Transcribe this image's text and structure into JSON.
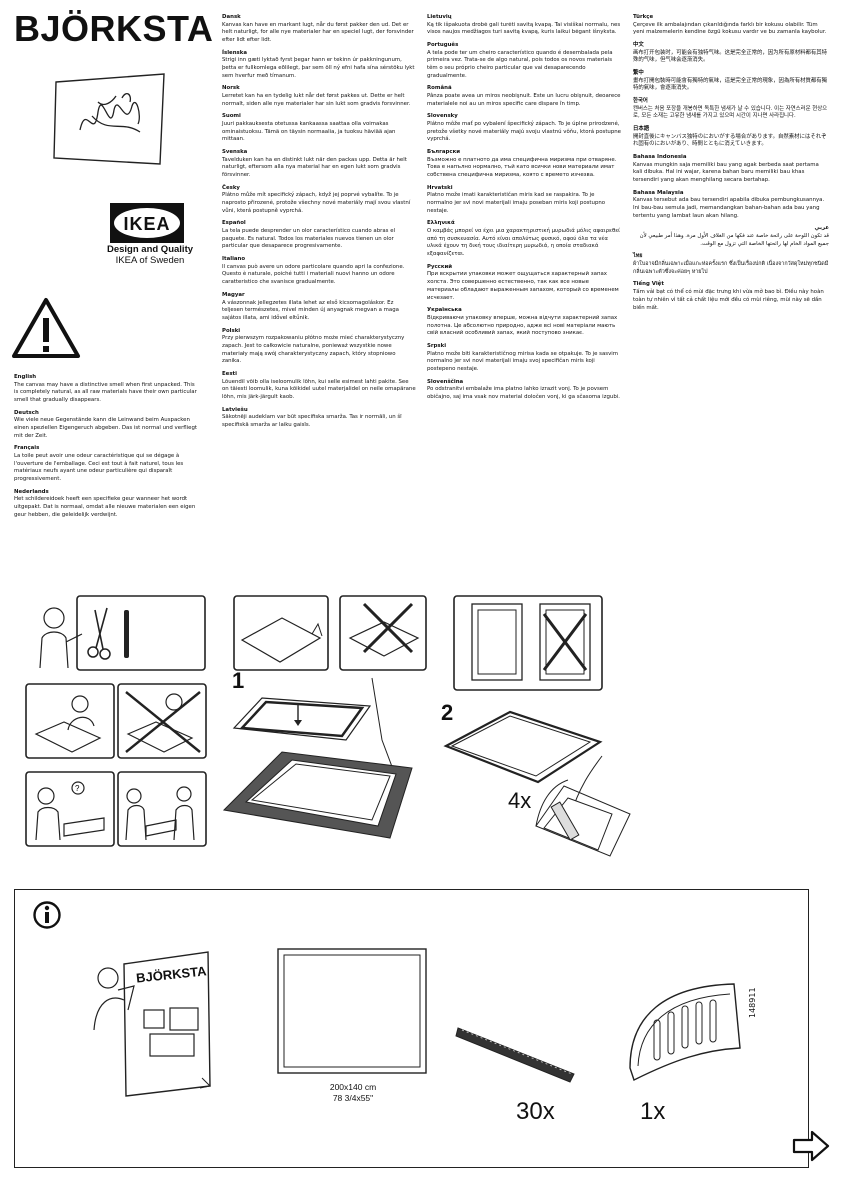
{
  "product_name": "BJÖRKSTA",
  "brand": {
    "logo_text": "IKEA",
    "tagline_line1": "Design and Quality",
    "tagline_line2": "IKEA of Sweden"
  },
  "warnings_col1": [
    {
      "lang": "English",
      "text": "The canvas may have a distinctive smell when first unpacked. This is completely natural, as all raw materials have their own particular smell that gradually disappears."
    },
    {
      "lang": "Deutsch",
      "text": "Wie viele neue Gegenstände kann die Leinwand beim Auspacken einen speziellen Eigengeruch abgeben. Das ist normal und verfliegt mit der Zeit."
    },
    {
      "lang": "Français",
      "text": "La toile peut avoir une odeur caractéristique qui se dégage à l'ouverture de l'emballage. Ceci est tout à fait naturel, tous les matériaux neufs ayant une odeur particulière qui disparaît progressivement."
    },
    {
      "lang": "Nederlands",
      "text": "Het schildereidoek heeft een specifieke geur wanneer het wordt uitgepakt. Dat is normaal, omdat alle nieuwe materialen een eigen geur hebben, die geleidelijk verdwijnt."
    }
  ],
  "warnings_col2": [
    {
      "lang": "Dansk",
      "text": "Kanvas kan have en markant lugt, når du først pakker den ud. Det er helt naturligt, for alle nye materialer har en speciel lugt, der forsvinder efter lidt efter lidt."
    },
    {
      "lang": "Íslenska",
      "text": "Strigi inn gæti lyktað fyrst þegar hann er tekinn úr pakkningunum, þetta er fullkomlega eðlilegt, þar sem öll ný efni hafa sína sérstöku lykt sem hverfur með tímanum."
    },
    {
      "lang": "Norsk",
      "text": "Lerretet kan ha en tydelig lukt når det først pakkes ut. Dette er helt normalt, siden alle nye materialer har sin lukt som gradvis forsvinner."
    },
    {
      "lang": "Suomi",
      "text": "Juuri pakkauksesta otetussa kankaassa saattaa olla voimakas ominaistuoksu. Tämä on täysin normaalia, ja tuoksu häviää ajan mittaan."
    },
    {
      "lang": "Svenska",
      "text": "Tavelduken kan ha en distinkt lukt när den packas upp. Detta är helt naturligt, eftersom alla nya material har en egen lukt som gradvis försvinner."
    },
    {
      "lang": "Česky",
      "text": "Plátno může mít specifický zápach, když jej poprvé vybalíte. To je naprosto přirozené, protože všechny nové materiály mají svou vlastní vůni, která postupně vyprchá."
    },
    {
      "lang": "Español",
      "text": "La tela puede desprender un olor característico cuando abras el paquete. Es natural. Todos los materiales nuevos tienen un olor particular que desaparece progresivamente."
    },
    {
      "lang": "Italiano",
      "text": "Il canvas può avere un odore particolare quando apri la confezione. Questo è naturale, poiché tutti i materiali nuovi hanno un odore caratteristico che svanisce gradualmente."
    },
    {
      "lang": "Magyar",
      "text": "A vászonnak jellegzetes illata lehet az első kicsomagoláskor. Ez teljesen természetes, mivel minden új anyagnak megvan a maga sajátos illata, ami idővel eltűnik."
    },
    {
      "lang": "Polski",
      "text": "Przy pierwszym rozpakowaniu płótno może mieć charakterystyczny zapach. Jest to całkowicie naturalne, ponieważ wszystkie nowe materiały mają swój charakterystyczny zapach, który stopniowo zanika."
    },
    {
      "lang": "Eesti",
      "text": "Lõuendil võib olla iseloomulik lõhn, kui selle esimest lahti pakite. See on täiesti loomulik, kuna kõikidel uutel materjalidel on neile omapärane lõhn, mis järk-järgult kaob."
    },
    {
      "lang": "Latviešu",
      "text": "Sākotnēji audeklam var būt specifiska smarža. Tas ir normāli, un šī specifiskā smarža ar laiku gaisīs."
    }
  ],
  "warnings_col3": [
    {
      "lang": "Lietuvių",
      "text": "Ką tik išpakuota drobė gali turėti savitą kvapą. Tai visiškai normalu, nes visos naujos medžiagos turi savitą kvapą, kuris laikui bėgant išnyksta."
    },
    {
      "lang": "Português",
      "text": "A tela pode ter um cheiro característico quando é desembalada pela primeira vez. Trata-se de algo natural, pois todos os novos materiais têm o seu próprio cheiro particular que vai desaparecendo gradualmente."
    },
    {
      "lang": "Română",
      "text": "Pânza poate avea un miros neobişnuit. Este un lucru obişnuit, deoarece materialele noi au un miros specific care dispare în timp."
    },
    {
      "lang": "Slovensky",
      "text": "Plátno môže mať po vybalení špecifický zápach. To je úplne prirodzené, pretože všetky nové materiály majú svoju vlastnú vôňu, ktorá postupne vyprchá."
    },
    {
      "lang": "Български",
      "text": "Възможно е платното да има специфична миризма при отваряне. Това е напълно нормално, тъй като всички нови материали имат собствена специфична миризма, която с времето изчезва."
    },
    {
      "lang": "Hrvatski",
      "text": "Platno može imati karakterističan miris kad se raspakira. To je normalno jer svi novi materijali imaju poseban miris koji postupno nestaje."
    },
    {
      "lang": "Ελληνικά",
      "text": "Ο καμβάς μπορεί να έχει μια χαρακτηριστική μυρωδιά μόλις αφαιρεθεί από τη συσκευασία. Αυτό είναι απολύτως φυσικό, αφού όλα τα νέα υλικά έχουν τη δική τους ιδιαίτερη μυρωδιά, η οποία σταδιακά εξαφανίζεται."
    },
    {
      "lang": "Русский",
      "text": "При вскрытии упаковки может ощущаться характерный запах холста. Это совершенно естественно, так как все новые материалы обладают выраженным запахом, который со временем исчезает."
    },
    {
      "lang": "Українська",
      "text": "Відкриваючи упаковку вперше, можна відчути характерний запах полотна. Це абсолютно природно, адже всі нові матеріали мають свій власний особливий запах, який поступово зникає."
    },
    {
      "lang": "Srpski",
      "text": "Platno može biti karakterističnog mirisa kada se otpakuje. To je sasvim normalno jer svi novi materijali imaju svoj specifičan miris koji postepeno nestaje."
    },
    {
      "lang": "Slovenščina",
      "text": "Po odstranitvi embalaže ima platno lahko izrazit vonj. To je povsem običajno, saj ima vsak nov material določen vonj, ki ga sčasoma izgubi."
    }
  ],
  "warnings_col4": [
    {
      "lang": "Türkçe",
      "text": "Çerçeve ilk ambalajından çıkarıldığında farklı bir kokusu olabilir. Tüm yeni malzemelerin kendine özgü kokusu vardır ve bu zamanla kaybolur."
    },
    {
      "lang": "中文",
      "text": "画布打开包装时，可能会有独特气味。这是完全正常的，因为所有原材料都有其特殊的气味，但气味会逐渐消失。"
    },
    {
      "lang": "繁中",
      "text": "畫布打開包裝時可能會有獨特的氣味，這是完全正常的現象，因為所有材質都有獨特的氣味，會逐漸消失。"
    },
    {
      "lang": "한국어",
      "text": "캔버스는 처음 포장을 개봉하면 독특한 냄새가 날 수 있습니다. 이는 자연스러운 현상으로, 모든 소재는 고유한 냄새를 가지고 있으며 시간이 지나면 사라집니다."
    },
    {
      "lang": "日本語",
      "text": "開封直後にキャンバス独特のにおいがする場合があります。自然素材にはそれぞれ固有のにおいがあり、時間とともに消えていきます。"
    },
    {
      "lang": "Bahasa Indonesia",
      "text": "Kanvas mungkin saja memiliki bau yang agak berbeda saat pertama kali dibuka. Hal ini wajar, karena bahan baru memiliki bau khas tersendiri yang akan menghilang secara bertahap."
    },
    {
      "lang": "Bahasa Malaysia",
      "text": "Kanvas tersebut ada bau tersendiri apabila dibuka pembungkusannya. Ini bau-bau semula jadi, memandangkan bahan-bahan ada bau yang tertentu yang lambat laun akan hilang."
    },
    {
      "lang": "عربي",
      "text": "قد تكون اللوحة على رائحة خاصة عند فكها من الغلاف الأول مرة. وهذا أمر طبيعي لأن جميع المواد الخام لها رائحتها الخاصة التي تزول مع الوقت."
    },
    {
      "lang": "ไทย",
      "text": "ผ้าใบอาจมีกลิ่นเฉพาะเมื่อแกะห่อครั้งแรก ซึ่งเป็นเรื่องปกติ เนื่องจากวัสดุใหม่ทุกชนิดมีกลิ่นเฉพาะตัวซึ่งจะค่อยๆ หายไป"
    },
    {
      "lang": "Tiếng Việt",
      "text": "Tấm vải bạt có thể có mùi đặc trưng khi vừa mở bao bì. Điều này hoàn toàn tự nhiên vì tất cả chất liệu mới đều có mùi riêng, mùi này sẽ dần biến mất."
    }
  ],
  "steps": {
    "step1": "1",
    "step2": "2",
    "multiplier_4x": "4x"
  },
  "info": {
    "booklet_title": "BJÖRKSTA",
    "dimensions_cm": "200x140 cm",
    "dimensions_in": "78 3/4x55\"",
    "rail_count": "30x",
    "tool_count": "1x",
    "part_number": "148911"
  },
  "icons": [
    "warning-icon",
    "info-icon",
    "next-page-arrow-icon",
    "scissors-icon",
    "knife-icon"
  ]
}
